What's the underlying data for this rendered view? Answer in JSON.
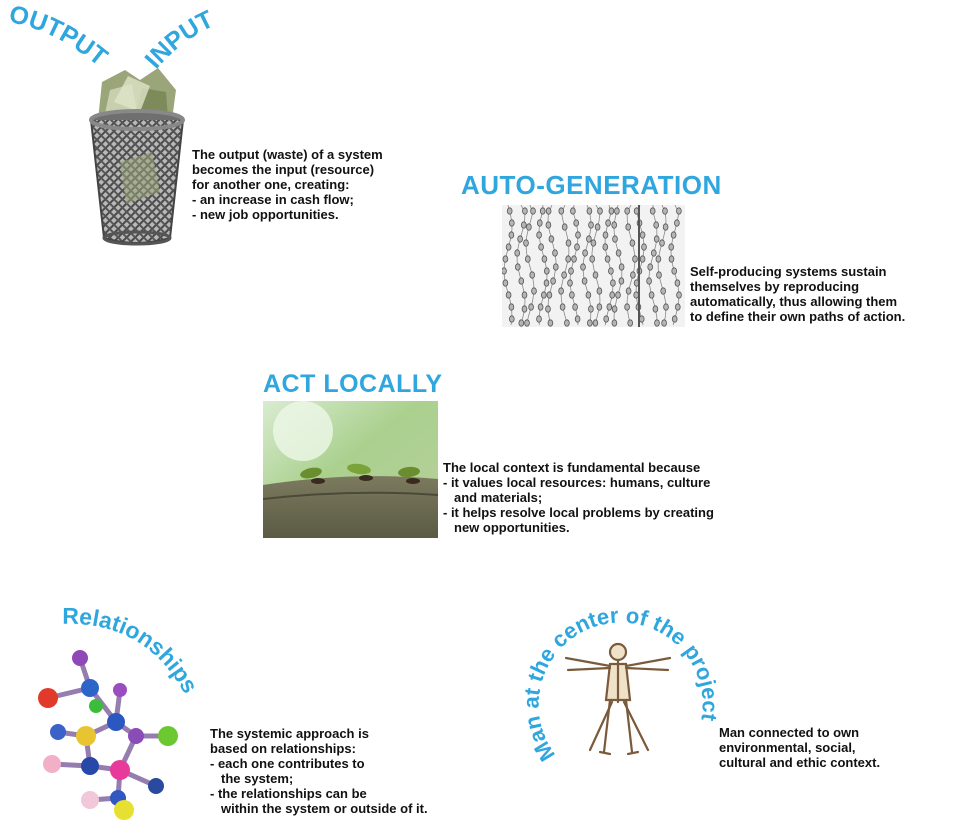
{
  "output_input": {
    "output_label": "OUTPUT",
    "input_label": "INPUT",
    "lines": [
      "The output (waste) of a system",
      "becomes the input (resource)",
      "for another one, creating:",
      "- an increase in cash flow;",
      "- new job opportunities."
    ]
  },
  "auto_generation": {
    "title": "AUTO-GENERATION",
    "lines": [
      "Self-producing systems sustain",
      "themselves by reproducing",
      "automatically, thus allowing them",
      "to define their own paths of action."
    ]
  },
  "act_locally": {
    "title": "ACT LOCALLY",
    "lines": [
      "The local context is fundamental because",
      "- it values local resources: humans, culture",
      "and materials;",
      "- it helps resolve local problems by creating",
      "new opportunities."
    ]
  },
  "relationships": {
    "title": "Relationships",
    "lines": [
      "The systemic approach is",
      "based on relationships:",
      "- each one contributes to",
      "the system;",
      "- the relationships can be",
      "within the system or outside of it."
    ]
  },
  "man_center": {
    "title": "Man at the center of the project",
    "lines": [
      "Man connected to own",
      "environmental, social,",
      "cultural and ethic context."
    ]
  },
  "colors": {
    "heading_blue": "#2fa6de",
    "text": "#111111"
  }
}
